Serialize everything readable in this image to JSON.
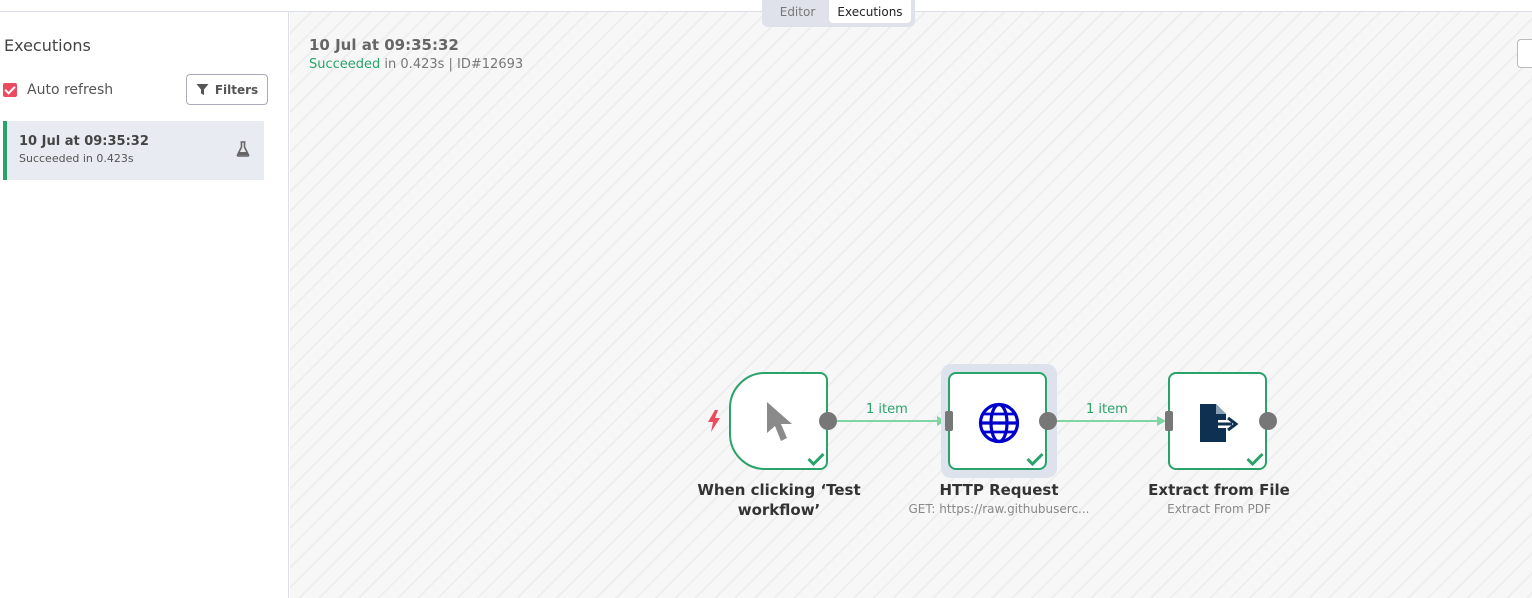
{
  "tabs": {
    "editor": "Editor",
    "executions": "Executions"
  },
  "sidebar": {
    "title": "Executions",
    "auto_refresh_label": "Auto refresh",
    "filters_label": "Filters",
    "items": [
      {
        "date": "10 Jul at 09:35:32",
        "status": "Succeeded in 0.423s"
      }
    ]
  },
  "execution": {
    "date": "10 Jul at 09:35:32",
    "status_word": "Succeeded",
    "status_rest": " in 0.423s | ID#12693"
  },
  "nodes": [
    {
      "title_line1": "When clicking ‘Test",
      "title_line2": "workflow’",
      "icon": "cursor-icon"
    },
    {
      "title": "HTTP Request",
      "subtitle": "GET: https://raw.githubuserc...",
      "icon": "globe-icon"
    },
    {
      "title": "Extract from File",
      "subtitle": "Extract From PDF",
      "icon": "file-export-icon"
    }
  ],
  "edges": [
    {
      "label": "1 item"
    },
    {
      "label": "1 item"
    }
  ],
  "colors": {
    "success": "#29a36a",
    "accent": "#ea4b5f",
    "globe": "#0000cc",
    "file_icon": "#0f3151"
  }
}
